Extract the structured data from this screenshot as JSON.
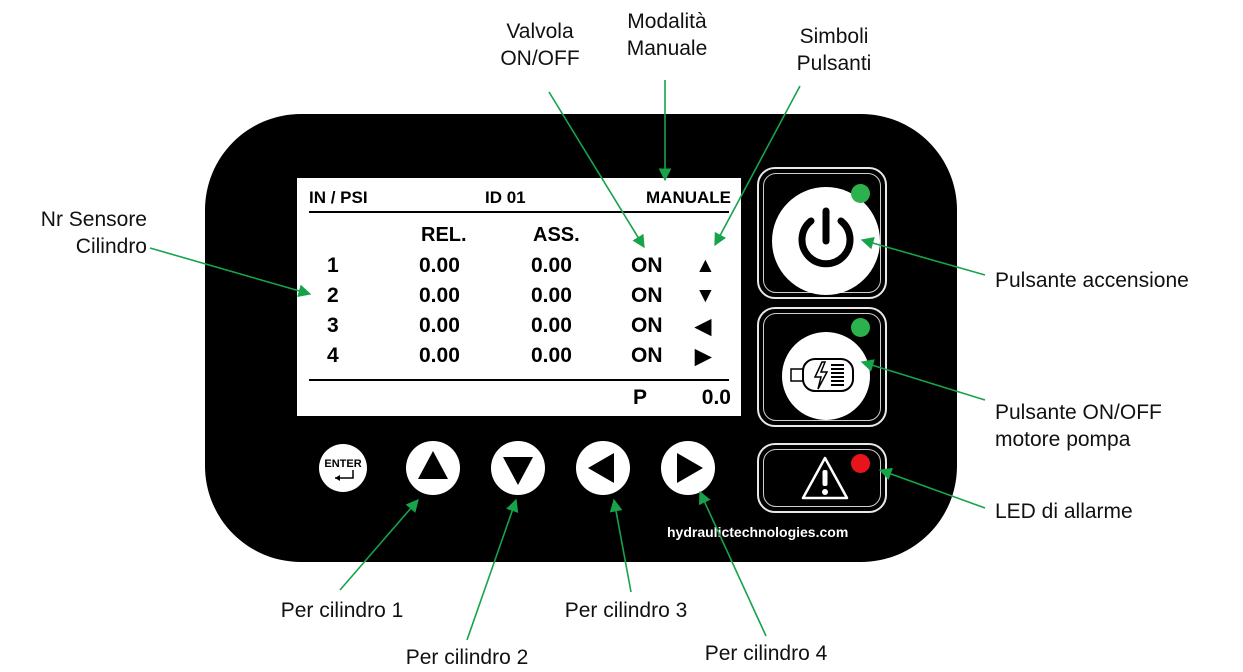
{
  "callouts": {
    "valve": [
      "Valvola",
      "ON/OFF"
    ],
    "mode": [
      "Modalità",
      "Manuale"
    ],
    "symbols": [
      "Simboli",
      "Pulsanti"
    ],
    "sensor": [
      "Nr Sensore",
      "Cilindro"
    ],
    "power_button": [
      "Pulsante accensione"
    ],
    "pump_button": [
      "Pulsante ON/OFF",
      "motore pompa"
    ],
    "alarm_led": [
      "LED di allarme"
    ],
    "cyl1": [
      "Per cilindro 1"
    ],
    "cyl2": [
      "Per cilindro 2"
    ],
    "cyl3": [
      "Per cilindro 3"
    ],
    "cyl4": [
      "Per cilindro 4"
    ]
  },
  "display": {
    "units": "IN / PSI",
    "id": "ID 01",
    "mode": "MANUALE",
    "col_rel": "REL.",
    "col_abs": "ASS.",
    "rows": [
      {
        "num": "1",
        "rel": "0.00",
        "abs": "0.00",
        "valve": "ON",
        "symbol": "▲"
      },
      {
        "num": "2",
        "rel": "0.00",
        "abs": "0.00",
        "valve": "ON",
        "symbol": "▼"
      },
      {
        "num": "3",
        "rel": "0.00",
        "abs": "0.00",
        "valve": "ON",
        "symbol": "◀"
      },
      {
        "num": "4",
        "rel": "0.00",
        "abs": "0.00",
        "valve": "ON",
        "symbol": "▶"
      }
    ],
    "pressure_label": "P",
    "pressure_value": "0.0"
  },
  "keys": {
    "enter": "ENTER",
    "up_icon": "triangle-up-icon",
    "down_icon": "triangle-down-icon",
    "left_icon": "triangle-left-icon",
    "right_icon": "triangle-right-icon"
  },
  "side_buttons": {
    "power_icon": "power-icon",
    "pump_icon": "pump-motor-icon",
    "alarm_icon": "warning-icon"
  },
  "leds": {
    "power": "#2bb24c",
    "pump": "#2bb24c",
    "alarm": "#e8141c"
  },
  "footer_url": "hydraulictechnologies.com",
  "colors": {
    "leader": "#16a34a",
    "panel": "#000000"
  }
}
